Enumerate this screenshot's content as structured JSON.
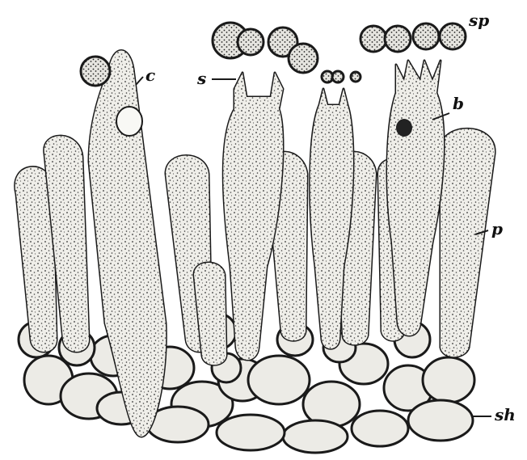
{
  "figure": {
    "labels": {
      "sp": "sp",
      "c": "c",
      "s": "s",
      "b": "b",
      "p": "p",
      "sh": "sh"
    },
    "colors": {
      "ink": "#1a1a1a",
      "paper": "#ffffff"
    }
  }
}
